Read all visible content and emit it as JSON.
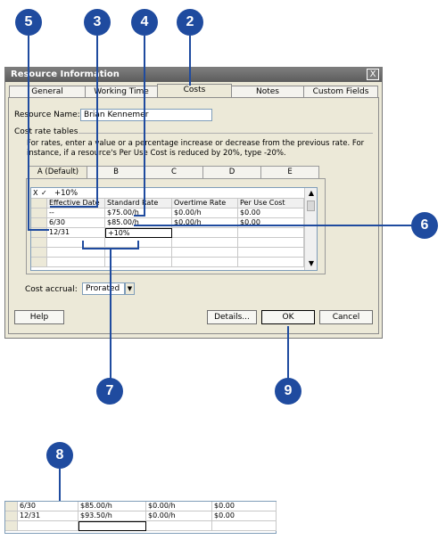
{
  "callouts": {
    "c5": "5",
    "c3": "3",
    "c4": "4",
    "c2": "2",
    "c6": "6",
    "c7": "7",
    "c9": "9",
    "c8": "8"
  },
  "dialog": {
    "title": "Resource Information",
    "close_label": "X",
    "tabs": [
      "General",
      "Working Time",
      "Costs",
      "Notes",
      "Custom Fields"
    ],
    "resource_name_label": "Resource Name:",
    "resource_name_value": "Brian Kennemer",
    "cost_rate_tables_label": "Cost rate tables",
    "description": "For rates, enter a value or a percentage increase or decrease from the previous rate. For instance, if a resource's Per Use Cost is reduced by 20%, type -20%.",
    "subtabs": [
      "A (Default)",
      "B",
      "C",
      "D",
      "E"
    ],
    "entry_value": "+10%",
    "entry_icons": [
      "X",
      "✓"
    ],
    "columns": [
      "Effective Date",
      "Standard Rate",
      "Overtime Rate",
      "Per Use Cost"
    ],
    "rows": [
      [
        "--",
        "$75.00/h",
        "$0.00/h",
        "$0.00"
      ],
      [
        "6/30",
        "$85.00/h",
        "$0.00/h",
        "$0.00"
      ],
      [
        "12/31",
        "+10%",
        "",
        ""
      ],
      [
        "",
        "",
        "",
        ""
      ],
      [
        "",
        "",
        "",
        ""
      ],
      [
        "",
        "",
        "",
        ""
      ]
    ],
    "cost_accrual_label": "Cost accrual:",
    "cost_accrual_value": "Prorated",
    "help_label": "Help",
    "details_label": "Details...",
    "ok_label": "OK",
    "cancel_label": "Cancel"
  },
  "snippet": {
    "rows": [
      [
        "6/30",
        "$85.00/h",
        "$0.00/h",
        "$0.00"
      ],
      [
        "12/31",
        "$93.50/h",
        "$0.00/h",
        "$0.00"
      ],
      [
        "",
        "",
        "",
        ""
      ]
    ]
  },
  "colors": {
    "callout": "#1f4b9f",
    "dialog_bg": "#ece9d8"
  }
}
